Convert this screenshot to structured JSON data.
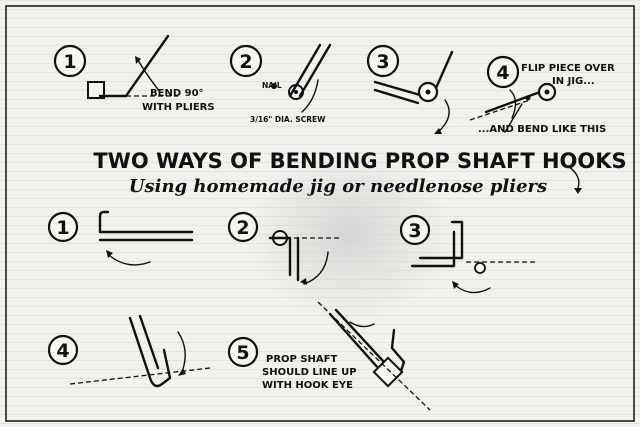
{
  "title": "TWO WAYS OF BENDING PROP SHAFT HOOKS",
  "subtitle": "Using homemade jig or needlenose pliers",
  "top_steps": [
    {
      "number": "1",
      "labels": [
        "BEND 90°",
        "WITH PLIERS"
      ]
    },
    {
      "number": "2",
      "labels": [
        "NAIL",
        "3/16\" DIA. SCREW"
      ]
    },
    {
      "number": "3",
      "labels": []
    },
    {
      "number": "4",
      "labels": [
        "FLIP PIECE OVER",
        "IN JIG...",
        "...AND BEND LIKE THIS"
      ]
    }
  ],
  "bottom_steps": [
    {
      "number": "1"
    },
    {
      "number": "2"
    },
    {
      "number": "3"
    },
    {
      "number": "4"
    },
    {
      "number": "5",
      "labels": [
        "PROP SHAFT",
        "SHOULD LINE UP",
        "WITH HOOK EYE"
      ]
    }
  ]
}
